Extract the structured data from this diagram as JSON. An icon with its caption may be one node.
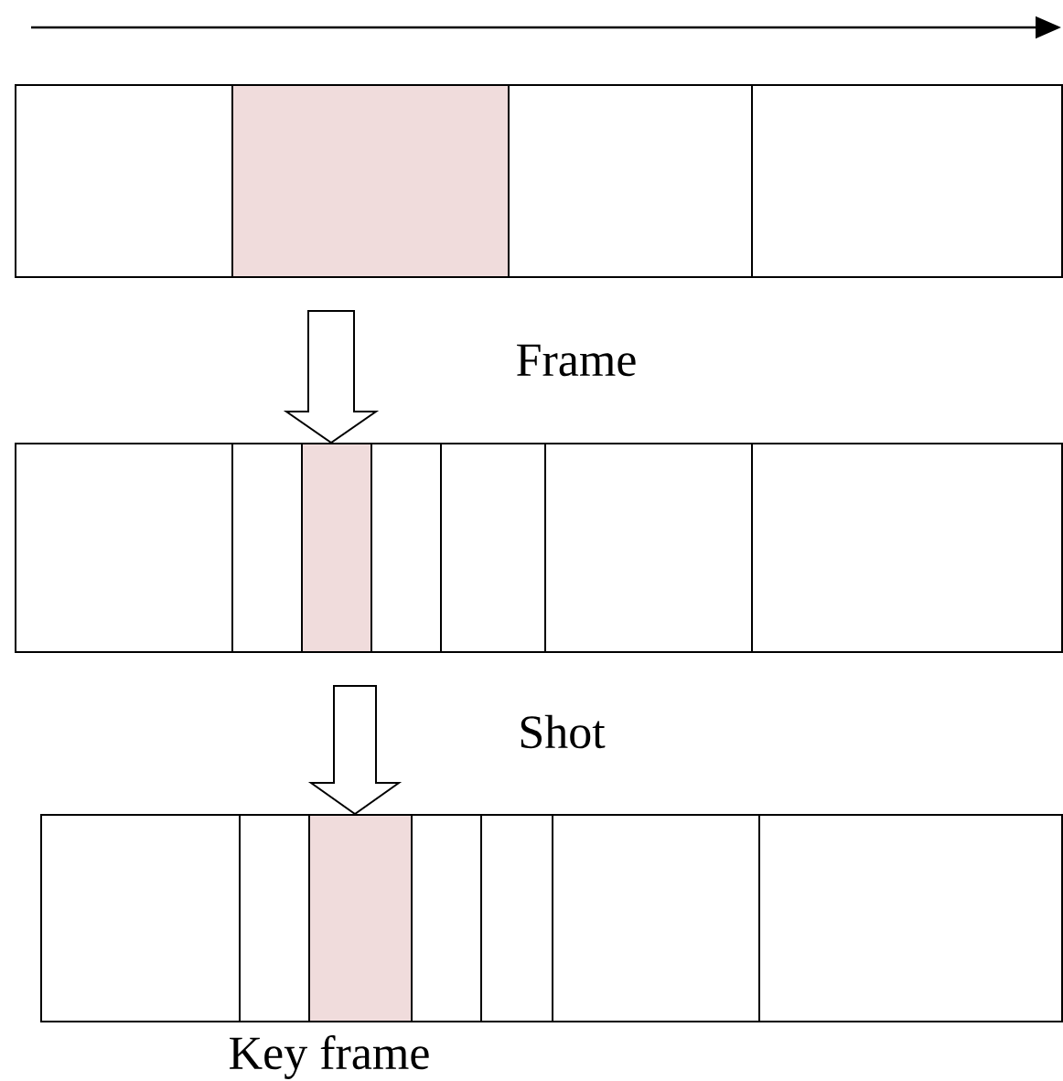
{
  "diagram": {
    "nodes": [
      {
        "text": [],
        "shape": "box"
      },
      {
        "text": [],
        "shape": "box"
      },
      {
        "text": [],
        "shape": "box",
        "beside": [
          "Key frame"
        ]
      }
    ],
    "edges": [
      {
        "from": 0,
        "to": 1,
        "arrow": "to",
        "label": "Frame"
      },
      {
        "from": 1,
        "to": 2,
        "arrow": "to",
        "label": "Shot"
      }
    ]
  }
}
